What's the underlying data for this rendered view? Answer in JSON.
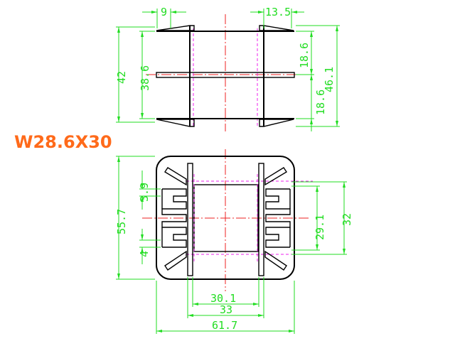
{
  "title": "W28.6X30",
  "colors": {
    "outline": "#000000",
    "dimension": "#22dd22",
    "centerline": "#ee2222",
    "hidden": "#ee22ee",
    "title": "#ff6a1a"
  },
  "top_view": {
    "dim_top_left": "9",
    "dim_top_right": "13.5",
    "dim_left_outer": "42",
    "dim_left_inner": "38.6",
    "dim_right_upper": "18.6",
    "dim_right_lower": "18.6",
    "dim_right_outer": "46.1"
  },
  "front_view": {
    "dim_left_outer": "55.7",
    "dim_left_top": "3.9",
    "dim_left_bottom": "4",
    "dim_right_inner": "29.1",
    "dim_right_outer": "32",
    "dim_bottom_inner": "30.1",
    "dim_bottom_mid": "33",
    "dim_bottom_outer": "61.7"
  }
}
